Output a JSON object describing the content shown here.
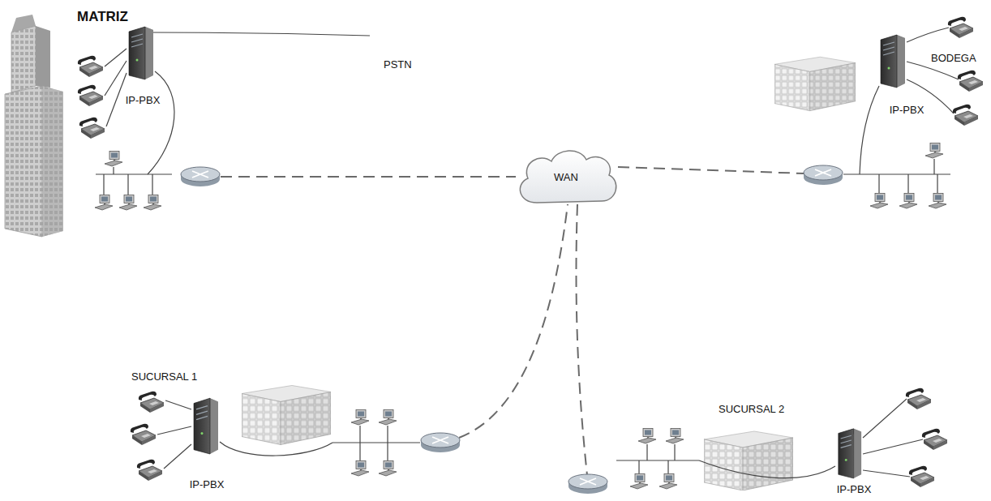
{
  "diagram": {
    "nodes": [
      {
        "text": [
          "IP-PBX"
        ]
      },
      {
        "text": [
          "IP-PBX"
        ]
      },
      {
        "text": [
          "WAN"
        ]
      },
      {
        "text": [
          "IP-PBX"
        ]
      },
      {
        "text": [
          "IP-PBX"
        ]
      }
    ],
    "labels": [
      "MATRIZ",
      "PSTN",
      "BODEGA",
      "SUCURSAL 1",
      "SUCURSAL 2"
    ]
  }
}
